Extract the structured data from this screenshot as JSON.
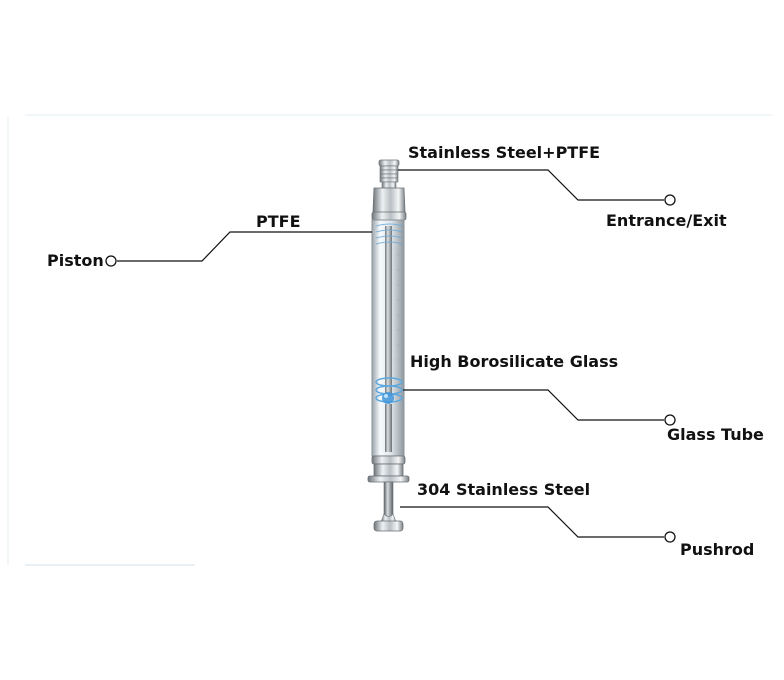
{
  "labels": {
    "material_top": "Stainless Steel+PTFE",
    "entrance": "Entrance/Exit",
    "ptfe": "PTFE",
    "piston": "Piston",
    "glass_material": "High Borosilicate Glass",
    "glass_tube": "Glass Tube",
    "steel_304": "304 Stainless Steel",
    "pushrod": "Pushrod"
  },
  "colors": {
    "line": "#111111",
    "border_light": "#d9e6ee",
    "glass_blue": "#5aa8e0",
    "metal_dark": "#6f757a",
    "metal_light": "#eef1f3"
  }
}
